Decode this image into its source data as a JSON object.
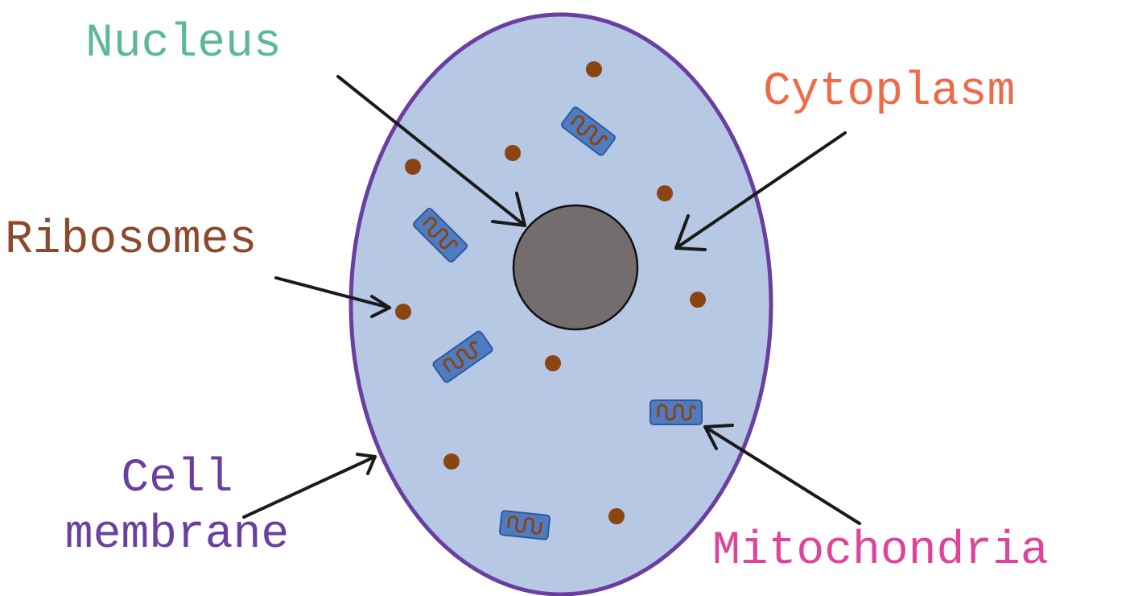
{
  "labels": {
    "nucleus": "Nucleus",
    "cytoplasm": "Cytoplasm",
    "ribosomes": "Ribosomes",
    "cell_membrane_line1": "Cell",
    "cell_membrane_line2": "membrane",
    "mitochondria": "Mitochondria"
  },
  "colors": {
    "nucleus_label": "#5cb89a",
    "cytoplasm_label": "#ee6a48",
    "ribosomes_label": "#8b4a2b",
    "membrane_label": "#6b3fa0",
    "mitochondria_label": "#e0449a",
    "cell_fill": "#b6c8e4",
    "cell_membrane": "#6b3fa0",
    "nucleus_fill": "#736e6d",
    "ribosome": "#8b4513",
    "mitochondria_fill": "#4f7cc0",
    "mitochondria_inner": "#8b4513",
    "arrow": "#1a1a1a"
  }
}
